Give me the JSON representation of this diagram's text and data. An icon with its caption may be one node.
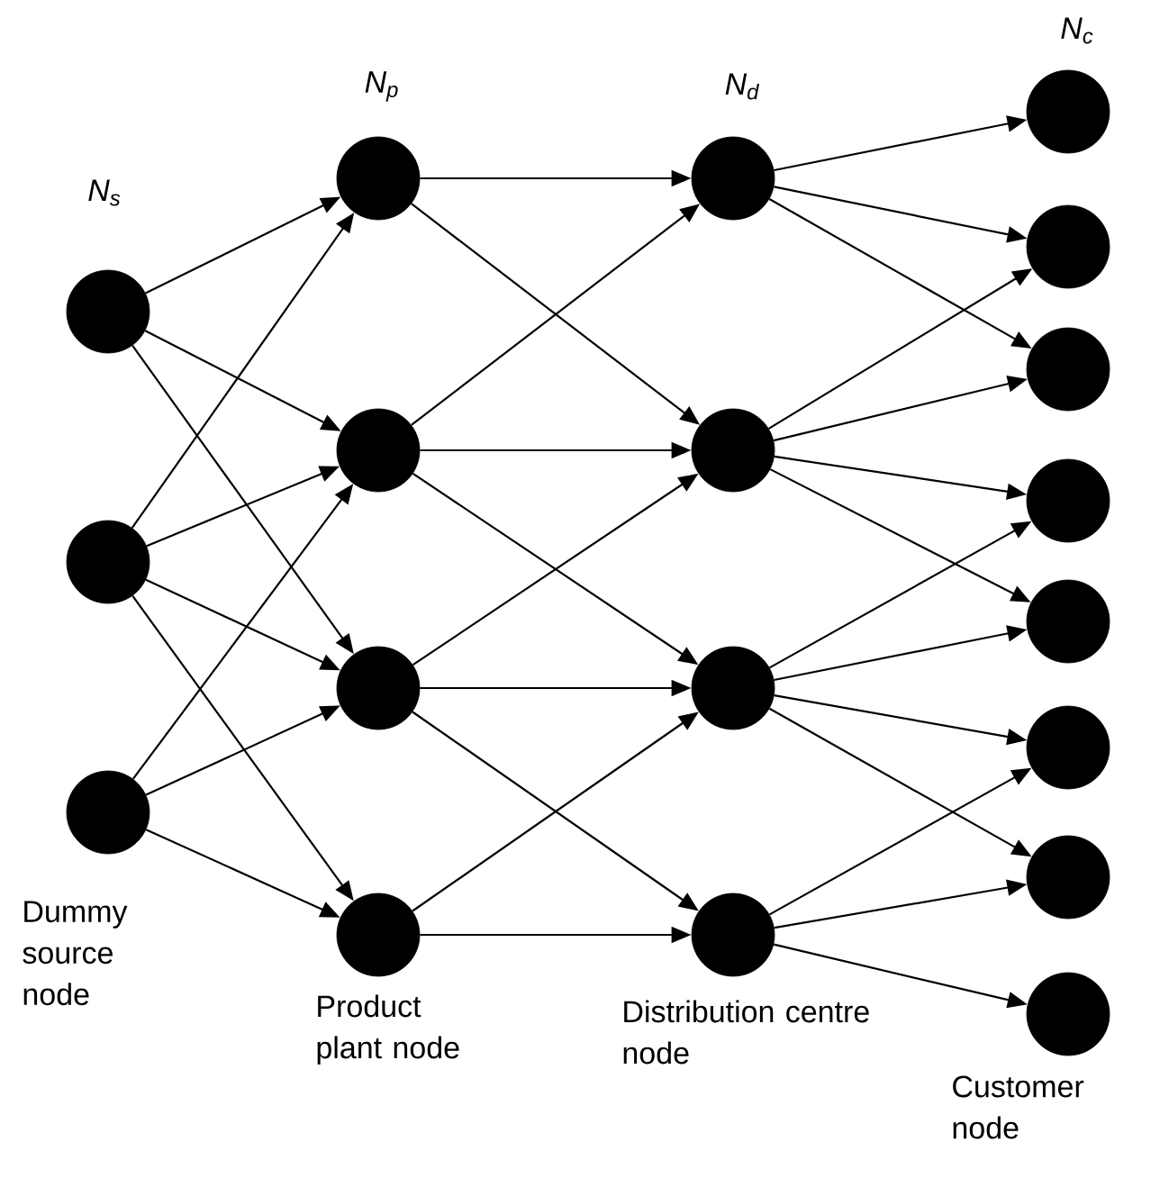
{
  "diagram": {
    "nodes": [
      {
        "text": [],
        "shape": "circle"
      },
      {
        "text": [],
        "shape": "circle"
      },
      {
        "text": [],
        "shape": "circle"
      },
      {
        "text": [],
        "shape": "circle"
      },
      {
        "text": [],
        "shape": "circle"
      },
      {
        "text": [],
        "shape": "circle"
      },
      {
        "text": [],
        "shape": "circle"
      },
      {
        "text": [],
        "shape": "circle"
      },
      {
        "text": [],
        "shape": "circle"
      },
      {
        "text": [],
        "shape": "circle"
      },
      {
        "text": [],
        "shape": "circle"
      },
      {
        "text": [],
        "shape": "circle"
      },
      {
        "text": [],
        "shape": "circle"
      },
      {
        "text": [],
        "shape": "circle"
      },
      {
        "text": [],
        "shape": "circle"
      },
      {
        "text": [],
        "shape": "circle"
      },
      {
        "text": [],
        "shape": "circle"
      },
      {
        "text": [],
        "shape": "circle"
      },
      {
        "text": [],
        "shape": "circle"
      }
    ],
    "edges": [
      {
        "from": 0,
        "to": 3,
        "arrow": "to"
      },
      {
        "from": 0,
        "to": 4,
        "arrow": "to"
      },
      {
        "from": 0,
        "to": 5,
        "arrow": "to"
      },
      {
        "from": 1,
        "to": 3,
        "arrow": "to"
      },
      {
        "from": 1,
        "to": 4,
        "arrow": "to"
      },
      {
        "from": 1,
        "to": 5,
        "arrow": "to"
      },
      {
        "from": 1,
        "to": 6,
        "arrow": "to"
      },
      {
        "from": 2,
        "to": 4,
        "arrow": "to"
      },
      {
        "from": 2,
        "to": 5,
        "arrow": "to"
      },
      {
        "from": 2,
        "to": 6,
        "arrow": "to"
      },
      {
        "from": 3,
        "to": 7,
        "arrow": "to"
      },
      {
        "from": 3,
        "to": 8,
        "arrow": "to"
      },
      {
        "from": 4,
        "to": 7,
        "arrow": "to"
      },
      {
        "from": 4,
        "to": 8,
        "arrow": "to"
      },
      {
        "from": 4,
        "to": 9,
        "arrow": "to"
      },
      {
        "from": 5,
        "to": 8,
        "arrow": "to"
      },
      {
        "from": 5,
        "to": 9,
        "arrow": "to"
      },
      {
        "from": 5,
        "to": 10,
        "arrow": "to"
      },
      {
        "from": 6,
        "to": 9,
        "arrow": "to"
      },
      {
        "from": 6,
        "to": 10,
        "arrow": "to"
      },
      {
        "from": 7,
        "to": 11,
        "arrow": "to"
      },
      {
        "from": 7,
        "to": 12,
        "arrow": "to"
      },
      {
        "from": 7,
        "to": 13,
        "arrow": "to"
      },
      {
        "from": 8,
        "to": 12,
        "arrow": "to"
      },
      {
        "from": 8,
        "to": 13,
        "arrow": "to"
      },
      {
        "from": 8,
        "to": 14,
        "arrow": "to"
      },
      {
        "from": 8,
        "to": 15,
        "arrow": "to"
      },
      {
        "from": 9,
        "to": 14,
        "arrow": "to"
      },
      {
        "from": 9,
        "to": 15,
        "arrow": "to"
      },
      {
        "from": 9,
        "to": 16,
        "arrow": "to"
      },
      {
        "from": 9,
        "to": 17,
        "arrow": "to"
      },
      {
        "from": 10,
        "to": 16,
        "arrow": "to"
      },
      {
        "from": 10,
        "to": 17,
        "arrow": "to"
      },
      {
        "from": 10,
        "to": 18,
        "arrow": "to"
      }
    ],
    "labels": [
      "N$_{s}$",
      "N$_{p}$",
      "N$_{d}$",
      "N$_{c}$",
      "Dummy source node",
      "Product plant node",
      "Distribution centre node",
      "Customer node"
    ]
  }
}
